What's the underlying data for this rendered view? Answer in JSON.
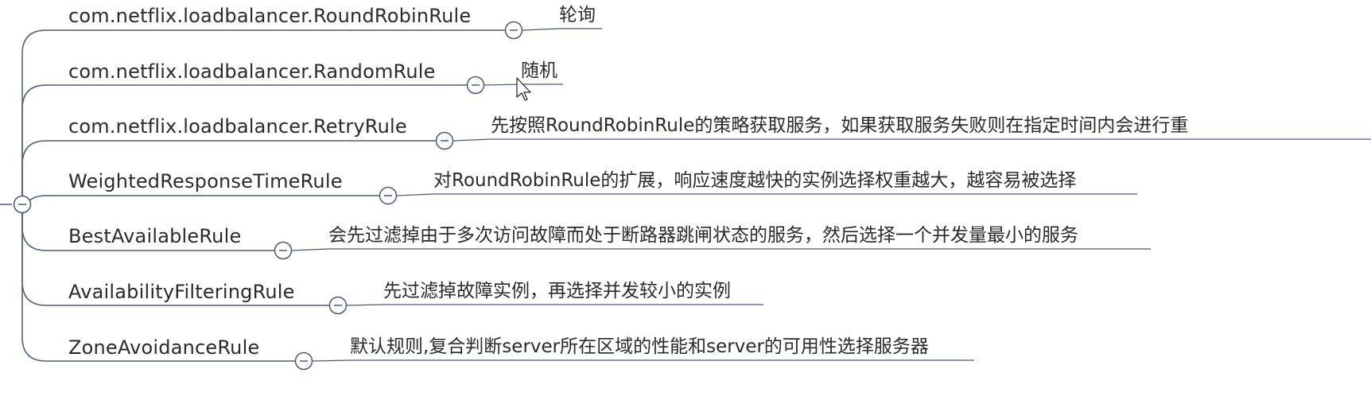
{
  "mindmap": {
    "branches": [
      {
        "rule": "com.netflix.loadbalancer.RoundRobinRule",
        "desc": "轮询"
      },
      {
        "rule": "com.netflix.loadbalancer.RandomRule",
        "desc": "随机"
      },
      {
        "rule": "com.netflix.loadbalancer.RetryRule",
        "desc": "先按照RoundRobinRule的策略获取服务，如果获取服务失败则在指定时间内会进行重"
      },
      {
        "rule": "WeightedResponseTimeRule",
        "desc": "对RoundRobinRule的扩展，响应速度越快的实例选择权重越大，越容易被选择"
      },
      {
        "rule": "BestAvailableRule",
        "desc": "会先过滤掉由于多次访问故障而处于断路器跳闸状态的服务，然后选择一个并发量最小的服务"
      },
      {
        "rule": "AvailabilityFilteringRule",
        "desc": "先过滤掉故障实例，再选择并发较小的实例"
      },
      {
        "rule": "ZoneAvoidanceRule",
        "desc": "默认规则,复合判断server所在区域的性能和server的可用性选择服务器"
      }
    ],
    "colors": {
      "line": "#4a5a78",
      "text": "#2b2b2b",
      "background": "#ffffff"
    },
    "icons": {
      "collapse": "collapse-minus-icon",
      "cursor": "mouse-cursor-icon"
    }
  }
}
